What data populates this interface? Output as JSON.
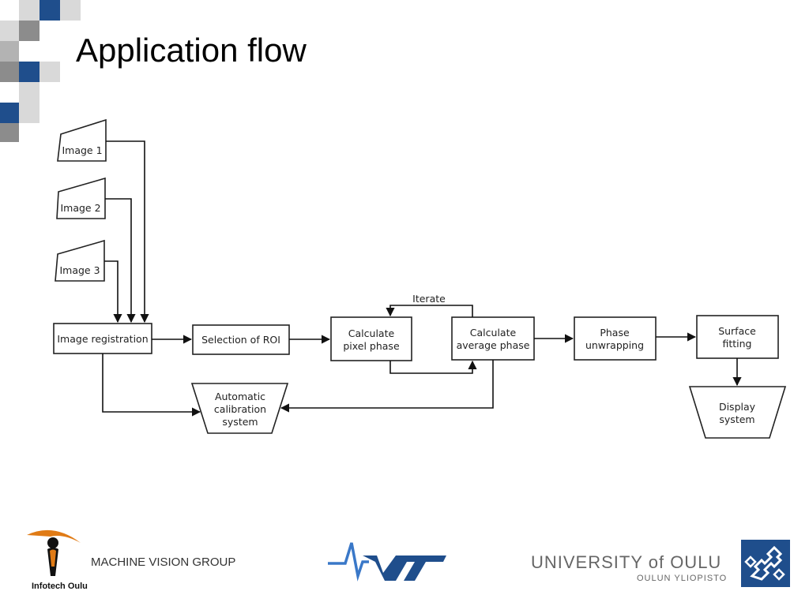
{
  "slide": {
    "title": "Application flow"
  },
  "diagram": {
    "nodes": {
      "image1": "Image 1",
      "image2": "Image 2",
      "image3": "Image 3",
      "registration": "Image registration",
      "roi": "Selection of ROI",
      "pixel_phase": [
        "Calculate",
        "pixel phase"
      ],
      "average_phase": [
        "Calculate",
        "average phase"
      ],
      "unwrapping": [
        "Phase",
        "unwrapping"
      ],
      "surface_fitting": [
        "Surface",
        "fitting"
      ],
      "calibration": [
        "Automatic",
        "calibration",
        "system"
      ],
      "display": [
        "Display",
        "system"
      ]
    },
    "edge_labels": {
      "iterate": "Iterate"
    }
  },
  "footer": {
    "group_name": "MACHINE VISION GROUP",
    "infotech_label": "Infotech Oulu",
    "vtt_logo_text": "VTT",
    "university_name": "UNIVERSITY of OULU",
    "university_subtitle": "OULUN YLIOPISTO"
  },
  "colors": {
    "accent_blue": "#1f4e8c",
    "deco_gray": "#b3b3b3",
    "deco_dark_gray": "#8c8c8c",
    "logo_orange": "#e07b16"
  }
}
